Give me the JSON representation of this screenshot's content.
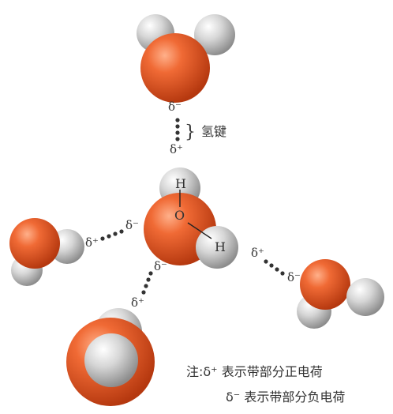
{
  "labels": {
    "delta_minus": "δ⁻",
    "delta_plus": "δ⁺",
    "atom_h": "H",
    "atom_o": "O",
    "brace": "}",
    "hydrogen_bond": "氢键"
  },
  "note": {
    "line1": "注:δ⁺ 表示带部分正电荷",
    "line2": "δ⁻ 表示带部分负电荷"
  },
  "colors": {
    "oxygen": "#e85a2a",
    "oxygen_dark": "#b83a12",
    "hydrogen": "#cfcfcf",
    "hydrogen_dark": "#8a8a8a",
    "dots": "#333333"
  }
}
